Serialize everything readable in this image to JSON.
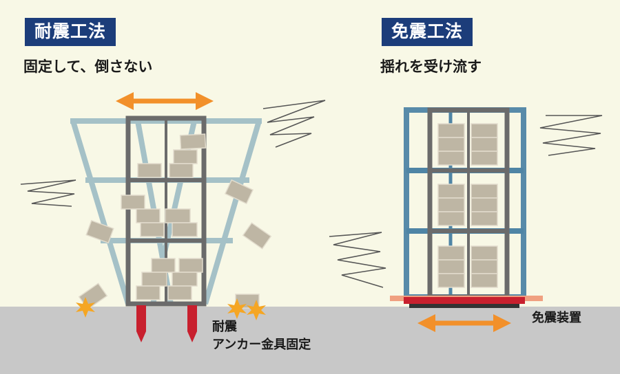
{
  "left_panel": {
    "badge": "耐震工法",
    "subtitle": "固定して、倒さない",
    "anchor_label_line1": "耐震",
    "anchor_label_line2": "アンカー金具固定"
  },
  "right_panel": {
    "badge": "免震工法",
    "subtitle": "揺れを受け流す",
    "device_label": "免震装置"
  },
  "colors": {
    "background": "#f8f8e6",
    "ground": "#c8c8c8",
    "badge": "#1c3d7a",
    "rack_frame": "#6b6b6b",
    "ghost_frame": "#9dbcc4",
    "rack_blue": "#4f85a5",
    "box": "#beb6a4",
    "arrow": "#f2902a",
    "anchor": "#c8202e",
    "spark": "#f5a623",
    "isolator": "#c8202e"
  }
}
